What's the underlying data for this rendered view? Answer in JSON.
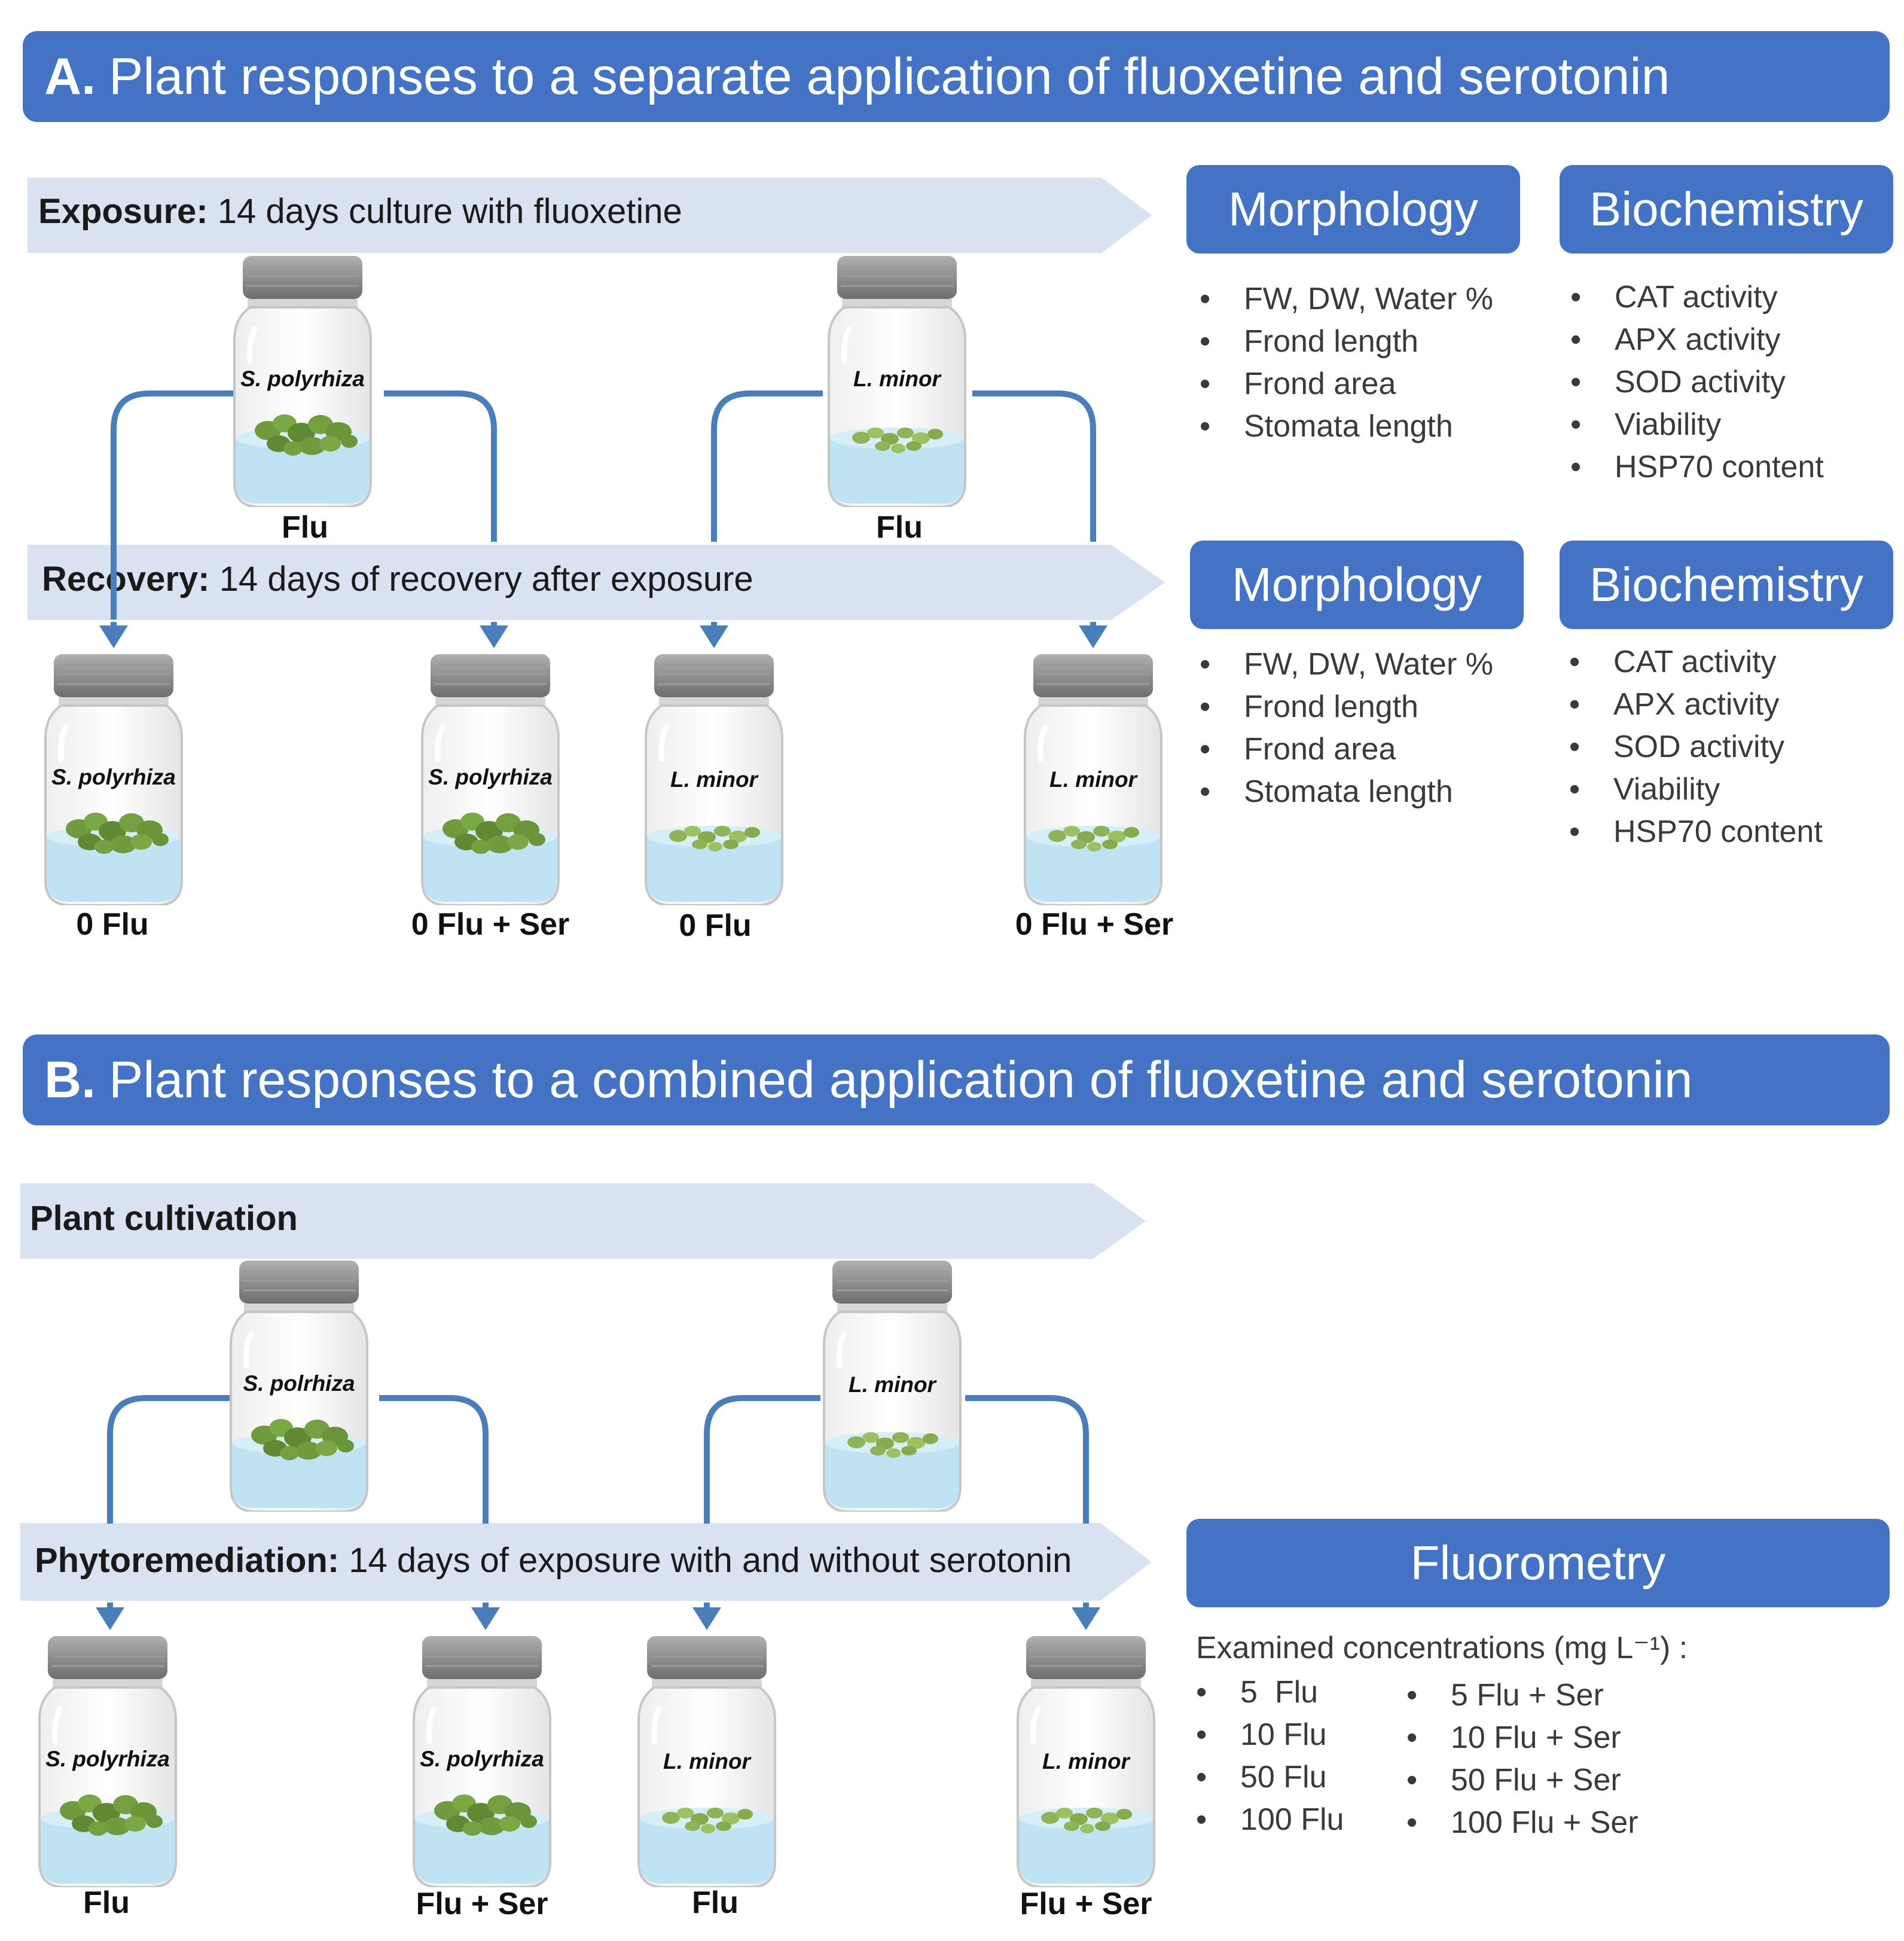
{
  "panel_a": {
    "letter": "A.",
    "title": "Plant responses to a separate application of fluoxetine and serotonin",
    "exposure": {
      "label": "Exposure:",
      "text": "14 days culture with fluoxetine"
    },
    "recovery": {
      "label": "Recovery:",
      "text": "14 days of recovery after exposure"
    },
    "top_jars": [
      {
        "species": "S. polyrhiza",
        "label": "Flu"
      },
      {
        "species": "L. minor",
        "label": "Flu"
      }
    ],
    "bottom_jars": [
      {
        "species": "S. polyrhiza",
        "label": "0 Flu"
      },
      {
        "species": "S. polyrhiza",
        "label": "0 Flu + Ser"
      },
      {
        "species": "L. minor",
        "label": "0 Flu"
      },
      {
        "species": "L. minor",
        "label": "0 Flu + Ser"
      }
    ],
    "morphology_title": "Morphology",
    "biochemistry_title": "Biochemistry",
    "morphology_items": [
      "FW, DW, Water %",
      "Frond length",
      "Frond area",
      "Stomata length"
    ],
    "biochemistry_items": [
      "CAT activity",
      "APX activity",
      "SOD activity",
      "Viability",
      "HSP70 content"
    ]
  },
  "panel_b": {
    "letter": "B.",
    "title": "Plant responses to a combined application of fluoxetine and serotonin",
    "cultivation": {
      "label": "Plant cultivation"
    },
    "phytoremediation": {
      "label": "Phytoremediation:",
      "text": "14 days of exposure with and without serotonin"
    },
    "top_jars": [
      {
        "species": "S. polrhiza"
      },
      {
        "species": "L. minor"
      }
    ],
    "bottom_jars": [
      {
        "species": "S. polyrhiza",
        "label": "Flu"
      },
      {
        "species": "S. polyrhiza",
        "label": "Flu + Ser"
      },
      {
        "species": "L. minor",
        "label": "Flu"
      },
      {
        "species": "L. minor",
        "label": "Flu + Ser"
      }
    ],
    "fluorometry_title": "Fluorometry",
    "concentrations_title": "Examined concentrations (mg L⁻¹) :",
    "flu_items": [
      "5  Flu",
      "10 Flu",
      "50 Flu",
      "100 Flu"
    ],
    "flu_ser_items": [
      "5 Flu + Ser",
      "10 Flu + Ser",
      "50 Flu + Ser",
      "100 Flu + Ser"
    ]
  },
  "colors": {
    "banner": "#4472c4",
    "arrow_band": "#d9e2f1",
    "connector": "#4a7ebb",
    "water": "#bfe3f2",
    "plant_spirodela": "#6f9a3d",
    "plant_lemna": "#8fb457",
    "lid": "#8c8c8c"
  }
}
